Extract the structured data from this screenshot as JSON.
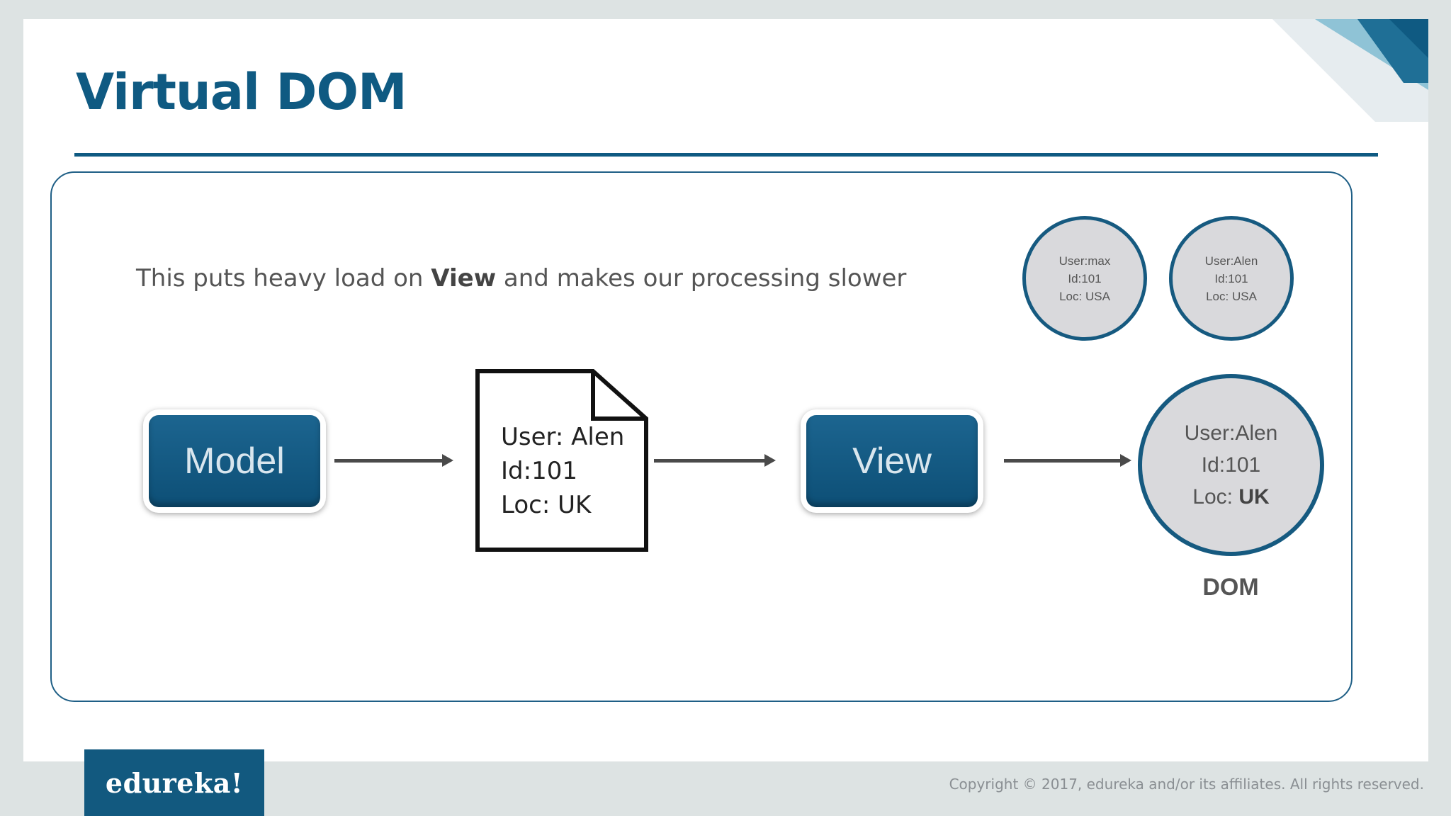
{
  "slide": {
    "title": "Virtual DOM",
    "headline": {
      "prefix": "This puts heavy load on ",
      "emphasis": "View",
      "suffix": " and makes our processing slower"
    }
  },
  "diagram": {
    "model_label": "Model",
    "view_label": "View",
    "document": {
      "line1": "User: Alen",
      "line2": "Id:101",
      "line3": "Loc: UK"
    },
    "small_nodes": [
      {
        "user": "User:max",
        "id": "Id:101",
        "loc": "Loc: USA"
      },
      {
        "user": "User:Alen",
        "id": "Id:101",
        "loc": "Loc: USA"
      }
    ],
    "dom_node": {
      "user": "User:Alen",
      "id": "Id:101",
      "loc_prefix": "Loc: ",
      "loc_value": "UK"
    },
    "dom_caption": "DOM"
  },
  "footer": {
    "logo": "edureka!",
    "copyright": "Copyright © 2017, edureka and/or its affiliates. All rights reserved."
  },
  "colors": {
    "primary": "#0f5a82",
    "background": "#dde3e3",
    "node_fill": "#d9d9dc"
  }
}
